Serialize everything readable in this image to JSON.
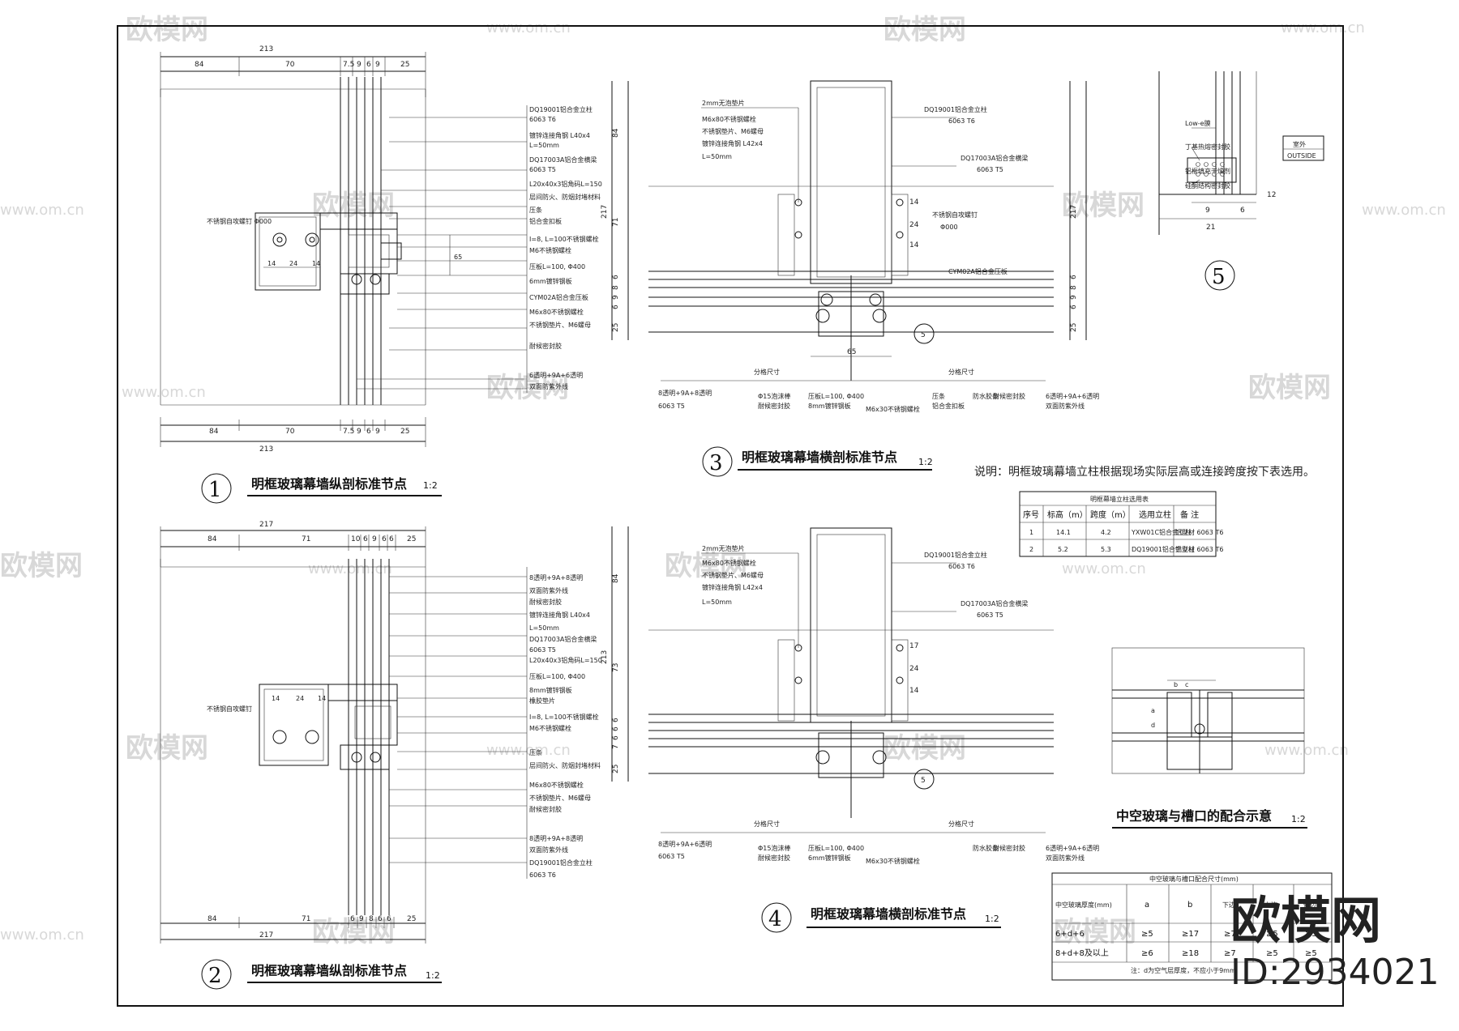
{
  "watermark": {
    "text": "欧模网",
    "url": "www.om.cn"
  },
  "brand": {
    "name": "欧模网",
    "id": "ID:2934021"
  },
  "details": [
    {
      "num": "1",
      "title": "明框玻璃幕墙纵剖标准节点",
      "scale": "1:2"
    },
    {
      "num": "2",
      "title": "明框玻璃幕墙纵剖标准节点",
      "scale": "1:2"
    },
    {
      "num": "3",
      "title": "明框玻璃幕墙横剖标准节点",
      "scale": "1:2"
    },
    {
      "num": "4",
      "title": "明框玻璃幕墙横剖标准节点",
      "scale": "1:2"
    },
    {
      "num": "5",
      "title": "",
      "scale": ""
    }
  ],
  "fit_detail": {
    "title": "中空玻璃与槽口的配合示意",
    "scale": "1:2"
  },
  "note": "说明：明框玻璃幕墙立柱根据现场实际层高或连接跨度按下表选用。",
  "column_table": {
    "caption": "明框幕墙立柱选用表",
    "headers": [
      "序号",
      "标高（m）",
      "跨度（m）",
      "选用立柱",
      "备 注"
    ],
    "rows": [
      [
        "1",
        "14.1",
        "4.2",
        "YXW01C铝合金立柱",
        "铝型材 6063 T6"
      ],
      [
        "2",
        "5.2",
        "5.3",
        "DQ19001铝合金立柱",
        "铝型材 6063 T6"
      ]
    ]
  },
  "slot_table": {
    "caption": "中空玻璃与槽口配合尺寸(mm)",
    "headers": [
      "中空玻璃厚度(mm)",
      "a",
      "b",
      "下边",
      "上边",
      "侧边"
    ],
    "rows": [
      [
        "6+d+6",
        "≥5",
        "≥17",
        "≥7",
        "≥5",
        "≥5"
      ],
      [
        "8+d+8及以上",
        "≥6",
        "≥18",
        "≥7",
        "≥5",
        "≥5"
      ]
    ],
    "footnote": "注：d为空气层厚度，不应小于9mm"
  },
  "detail1": {
    "dims_top": [
      "84",
      "70",
      "7.5",
      "9",
      "6",
      "9",
      "25"
    ],
    "total": "213",
    "dims_bottom": [
      "84",
      "70",
      "7.5",
      "9",
      "6",
      "9",
      "25"
    ],
    "total_bottom": "213",
    "left_label": "不锈钢自攻螺钉\nΦ000",
    "left_dims": [
      "14",
      "24",
      "14"
    ],
    "right_dims": [
      "65"
    ],
    "labels": [
      "DQ19001铝合金立柱",
      "6063 T6",
      "镀锌连接角钢 L40x4",
      "L=50mm",
      "DQ17003A铝合金横梁",
      "6063 T5",
      "L20x40x3铝角码L=150",
      "层间防火、防烟封堵材料",
      "压条",
      "铝合金扣板",
      "I=8, L=100不锈钢螺栓",
      "M6不锈钢螺栓",
      "压板L=100, Φ400",
      "6mm镀锌钢板",
      "CYM02A铝合金压板",
      "M6x80不锈钢螺栓",
      "不锈钢垫片、M6螺母",
      "耐候密封胶",
      "6透明+9A+6透明",
      "双面防紫外线"
    ]
  },
  "detail2": {
    "dims_top": [
      "84",
      "71",
      "10",
      "6",
      "9",
      "6",
      "6",
      "25"
    ],
    "total": "217",
    "dims_bottom": [
      "84",
      "71",
      "6",
      "9",
      "8",
      "6",
      "6",
      "25"
    ],
    "total_bottom": "217",
    "left_label": "不锈钢自攻螺钉",
    "left_dims": [
      "14",
      "24",
      "14"
    ],
    "labels": [
      "8透明+9A+8透明",
      "双面防紫外线",
      "耐候密封胶",
      "镀锌连接角钢 L40x4",
      "L=50mm",
      "DQ17003A铝合金横梁",
      "6063 T5",
      "L20x40x3铝角码L=150",
      "压板L=100, Φ400",
      "8mm镀锌钢板",
      "橡胶垫片",
      "I=8, L=100不锈钢螺栓",
      "M6不锈钢螺栓",
      "压条",
      "层间防火、防烟封堵材料",
      "M6x80不锈钢螺栓",
      "不锈钢垫片、M6螺母",
      "耐候密封胶",
      "8透明+9A+8透明",
      "双面防紫外线",
      "DQ19001铝合金立柱",
      "6063 T6"
    ]
  },
  "detail3": {
    "left_dims": [
      "84",
      "71",
      "217",
      "6",
      "8",
      "9",
      "6",
      "25"
    ],
    "right_dims": [
      "14",
      "24",
      "14",
      "217",
      "6",
      "8",
      "9",
      "6",
      "25"
    ],
    "bottom_dims": [
      "65"
    ],
    "labels": [
      "2mm无泡垫片",
      "M6x80不锈钢螺栓",
      "不锈钢垫片、M6螺母",
      "镀锌连接角钢 L42x4",
      "L=50mm",
      "DQ19001铝合金立柱",
      "6063 T6",
      "DQ17003A铝合金横梁",
      "6063 T5",
      "不锈钢自攻螺钉",
      "Φ000",
      "CYM02A铝合金压板",
      "分格尺寸",
      "分格尺寸",
      "8透明+9A+8透明",
      "6063 T5",
      "Φ15泡沫棒",
      "耐候密封胶",
      "压板L=100, Φ400",
      "8mm镀锌钢板",
      "M6x30不锈钢螺栓",
      "压条",
      "铝合金扣板",
      "防水胶条",
      "耐候密封胶",
      "6透明+9A+6透明",
      "双面防紫外线"
    ]
  },
  "detail4": {
    "left_dims": [
      "84",
      "73",
      "213",
      "6",
      "6",
      "6",
      "7",
      "25"
    ],
    "right_dims": [
      "17",
      "24",
      "14"
    ],
    "labels": [
      "2mm无泡垫片",
      "M6x80不锈钢螺栓",
      "不锈钢垫片、M6螺母",
      "镀锌连接角钢 L42x4",
      "L=50mm",
      "DQ19001铝合金立柱",
      "6063 T6",
      "DQ17003A铝合金横梁",
      "6063 T5",
      "分格尺寸",
      "分格尺寸",
      "8透明+9A+6透明",
      "6063 T5",
      "Φ15泡沫棒",
      "耐候密封胶",
      "压板L=100, Φ400",
      "6mm镀锌钢板",
      "M6x30不锈钢螺栓",
      "防水胶条",
      "耐候密封胶",
      "6透明+9A+6透明",
      "双面防紫外线"
    ]
  },
  "detail5": {
    "labels": [
      "Low-e膜",
      "丁基热熔密封胶",
      "铝框填充干燥剂",
      "硅酮结构密封胶"
    ],
    "outside_cn": "室外",
    "outside_en": "OUTSIDE",
    "dims": [
      "21",
      "9",
      "6",
      "12"
    ]
  },
  "fit": {
    "labels": [
      "b",
      "c",
      "a",
      "d"
    ]
  }
}
